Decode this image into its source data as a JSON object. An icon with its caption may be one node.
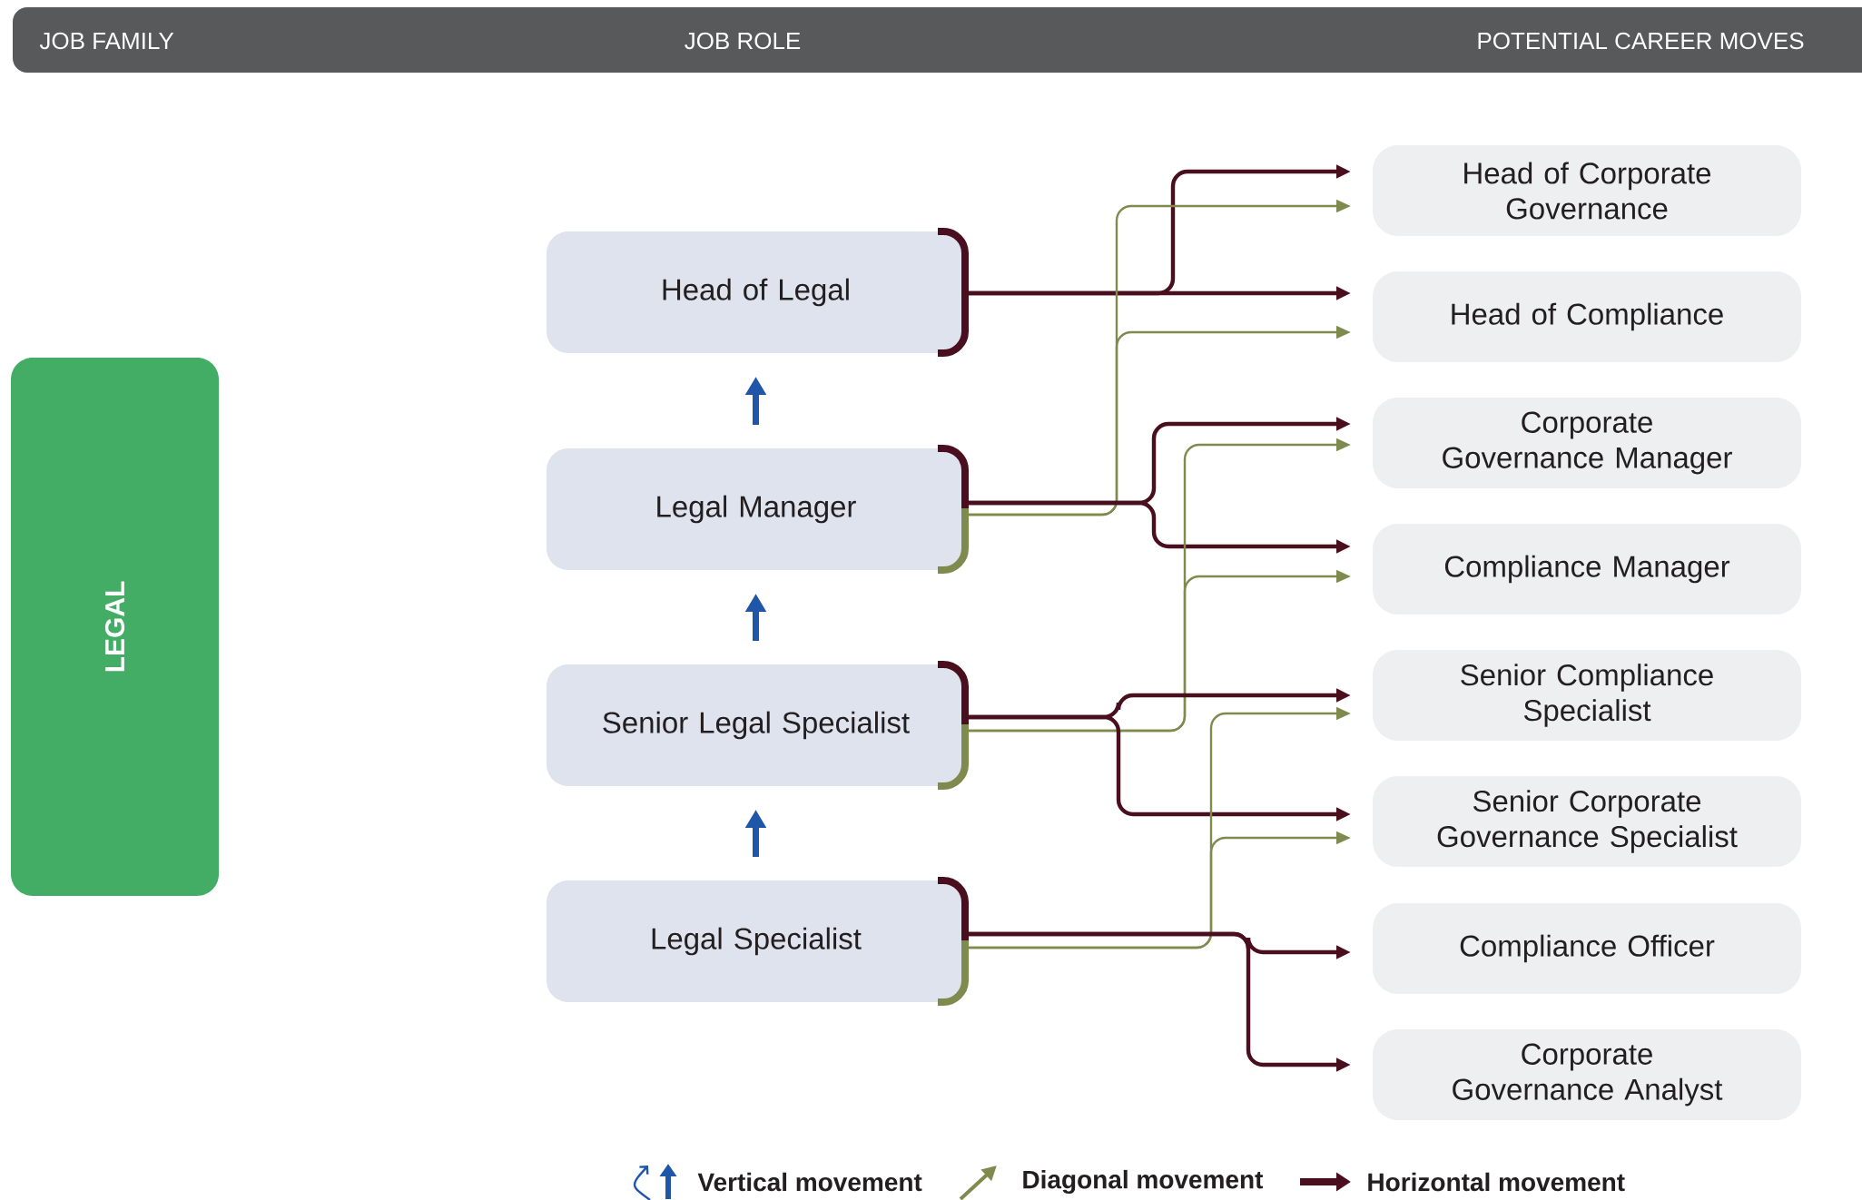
{
  "diagram": {
    "nodes": [
      {
        "text": [
          "LEGAL"
        ]
      },
      {
        "text": [
          "Head of Legal"
        ]
      },
      {
        "text": [
          "Legal Manager"
        ]
      },
      {
        "text": [
          "Senior Legal Specialist"
        ]
      },
      {
        "text": [
          "Legal Specialist"
        ]
      },
      {
        "text": [
          "Head of Corporate Governance"
        ]
      },
      {
        "text": [
          "Head of Compliance"
        ]
      },
      {
        "text": [
          "Corporate Governance Manager"
        ]
      },
      {
        "text": [
          "Compliance Manager"
        ]
      },
      {
        "text": [
          "Senior Compliance Specialist"
        ]
      },
      {
        "text": [
          "Senior Corporate Governance Specialist"
        ]
      },
      {
        "text": [
          "Compliance Officer"
        ]
      },
      {
        "text": [
          "Corporate Governance Analyst"
        ]
      }
    ],
    "edges": [
      {
        "from": 1,
        "to": 5,
        "arrow": "to"
      },
      {
        "from": 1,
        "to": 6,
        "arrow": "to"
      },
      {
        "from": 2,
        "to": 5,
        "arrow": "to",
        "color": "#7f8a4e"
      },
      {
        "from": 2,
        "to": 6,
        "arrow": "to",
        "color": "#7f8a4e"
      },
      {
        "from": 2,
        "to": 7,
        "arrow": "to"
      },
      {
        "from": 2,
        "to": 8,
        "arrow": "to"
      },
      {
        "from": 3,
        "to": 7,
        "arrow": "to",
        "color": "#7f8a4e"
      },
      {
        "from": 3,
        "to": 8,
        "arrow": "to",
        "color": "#7f8a4e"
      },
      {
        "from": 3,
        "to": 9,
        "arrow": "to"
      },
      {
        "from": 3,
        "to": 10,
        "arrow": "to"
      },
      {
        "from": 4,
        "to": 9,
        "arrow": "to",
        "color": "#7f8a4e"
      },
      {
        "from": 4,
        "to": 10,
        "arrow": "to",
        "color": "#7f8a4e"
      },
      {
        "from": 4,
        "to": 11,
        "arrow": "to"
      },
      {
        "from": 4,
        "to": 12,
        "arrow": "to"
      },
      {
        "from": 2,
        "to": 1,
        "arrow": "to",
        "color": "#1f56a8"
      },
      {
        "from": 3,
        "to": 2,
        "arrow": "to",
        "color": "#1f56a8"
      },
      {
        "from": 4,
        "to": 3,
        "arrow": "to",
        "color": "#1f56a8"
      }
    ],
    "labels": [
      "JOB FAMILY",
      "JOB ROLE",
      "POTENTIAL CAREER MOVES"
    ],
    "legend": [
      {
        "text": "Vertical movement"
      },
      {
        "text": "Diagonal movement"
      },
      {
        "text": "Horizontal movement"
      }
    ]
  }
}
